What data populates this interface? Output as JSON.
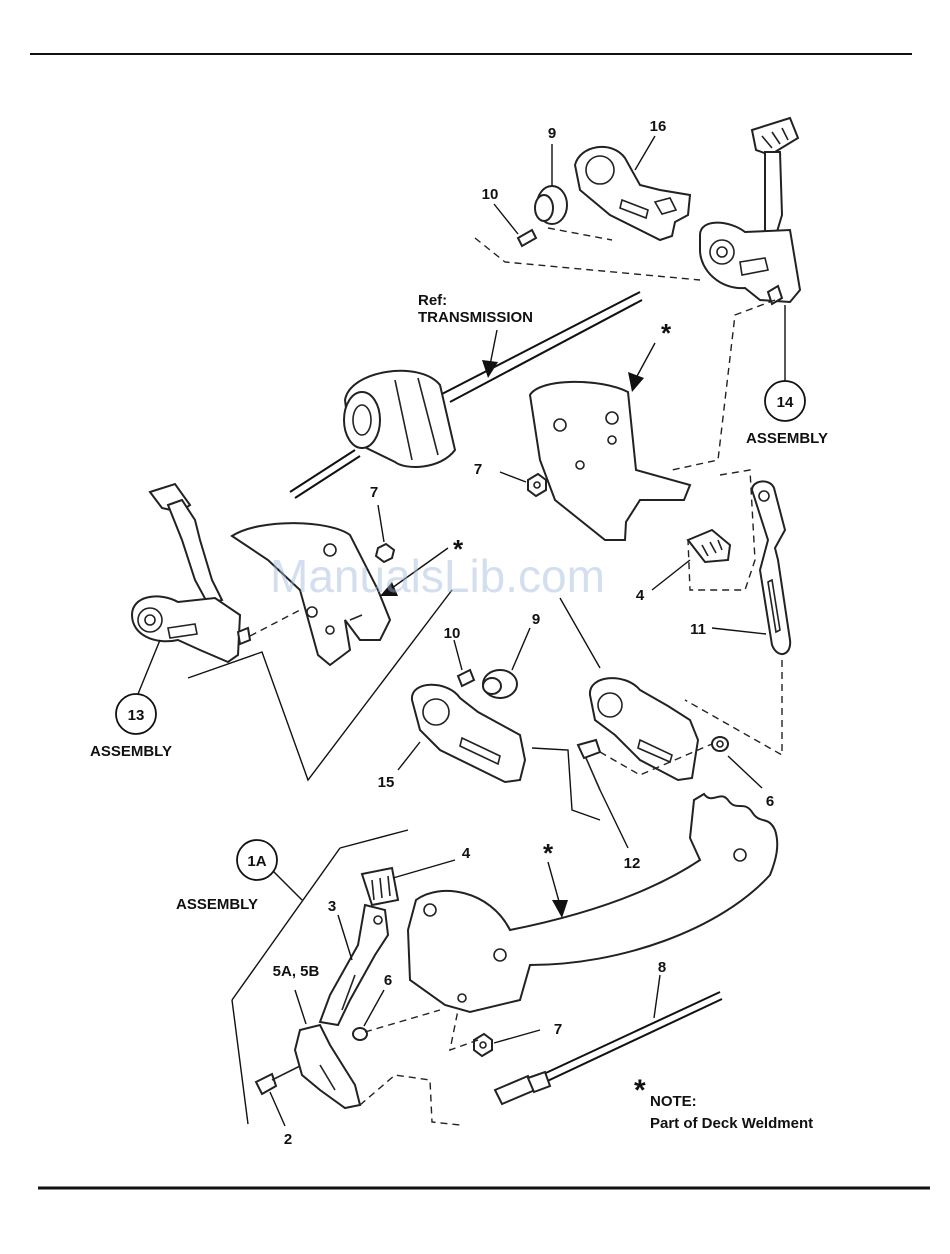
{
  "diagram": {
    "ref_label": "Ref:",
    "ref_name": "TRANSMISSION",
    "assemblies": [
      {
        "id": "1A",
        "caption": "ASSEMBLY"
      },
      {
        "id": "13",
        "caption": "ASSEMBLY"
      },
      {
        "id": "14",
        "caption": "ASSEMBLY"
      }
    ],
    "part_numbers": {
      "p2": "2",
      "p3": "3",
      "p4a": "4",
      "p4b": "4",
      "p5": "5A, 5B",
      "p6a": "6",
      "p6b": "6",
      "p7a": "7",
      "p7b": "7",
      "p7c": "7",
      "p8": "8",
      "p9a": "9",
      "p9b": "9",
      "p10a": "10",
      "p10b": "10",
      "p11": "11",
      "p12": "12",
      "p15": "15",
      "p16": "16"
    },
    "asterisk": "*",
    "note_title": "NOTE:",
    "note_text": "Part of Deck Weldment",
    "watermark": "ManualsLib.com"
  }
}
